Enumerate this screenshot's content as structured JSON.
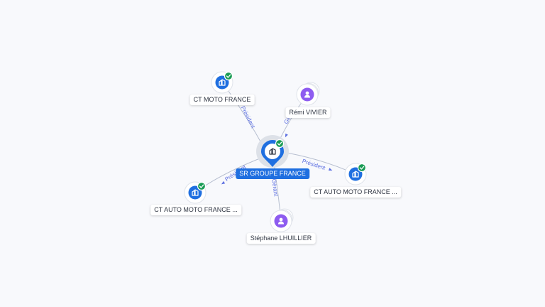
{
  "center": {
    "label": "SR GROUPE FRANCE",
    "icon": "building-icon",
    "verified": true
  },
  "nodes": [
    {
      "label": "CT MOTO FRANCE",
      "kind": "company",
      "icon": "building-icon",
      "verified": true
    },
    {
      "label": "Rémi VIVIER",
      "kind": "person",
      "icon": "person-icon",
      "verified": false
    },
    {
      "label": "CT AUTO MOTO FRANCE ...",
      "kind": "company",
      "icon": "building-icon",
      "verified": true
    },
    {
      "label": "CT AUTO MOTO FRANCE ...",
      "kind": "company",
      "icon": "building-icon",
      "verified": true
    },
    {
      "label": "Stéphane LHUILLIER",
      "kind": "person",
      "icon": "person-icon",
      "verified": false
    }
  ],
  "edges": [
    {
      "label": "Président"
    },
    {
      "label": "Gérant"
    },
    {
      "label": "Président"
    },
    {
      "label": "Président"
    },
    {
      "label": "Gérant"
    }
  ],
  "colors": {
    "company": "#1f6fe0",
    "person": "#8e5cf0",
    "verified": "#1a9c55",
    "edge": "#b7bfd0",
    "edge_label": "#5b6ee1"
  }
}
